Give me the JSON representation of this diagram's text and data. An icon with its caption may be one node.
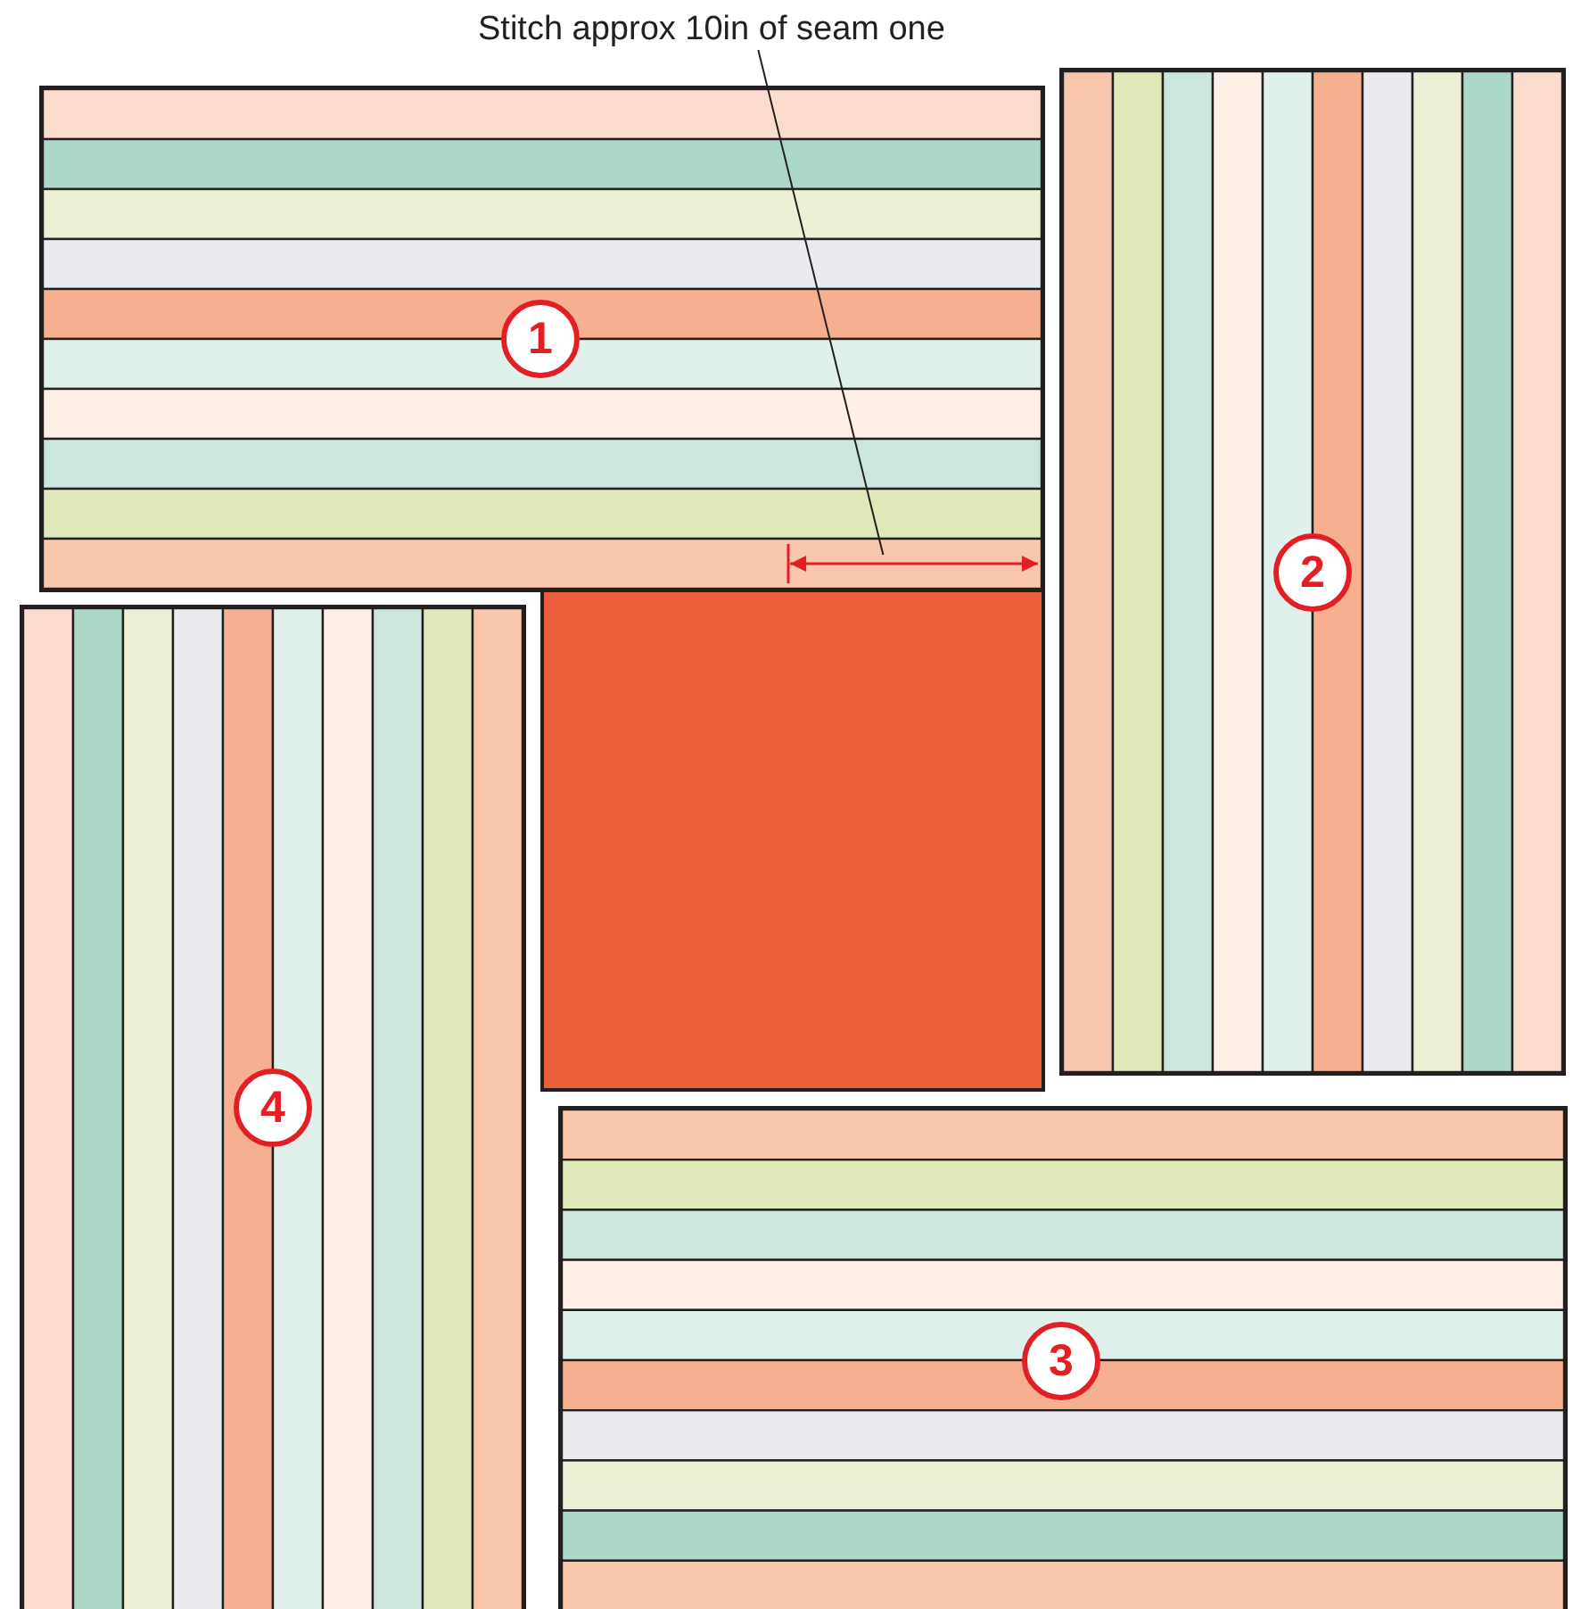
{
  "diagram": {
    "nodes": [
      {
        "text": [
          "Stitch approx 10in of seam one"
        ]
      },
      {
        "text": [],
        "shape": "box"
      },
      {
        "text": [
          "1"
        ],
        "in": 1
      },
      {
        "text": [],
        "shape": "box"
      },
      {
        "text": [
          "2"
        ],
        "in": 3
      },
      {
        "text": [],
        "shape": "box"
      },
      {
        "text": [],
        "shape": "box"
      },
      {
        "text": [
          "4"
        ],
        "in": 6
      },
      {
        "text": [],
        "shape": "box"
      },
      {
        "text": [
          "3"
        ],
        "in": 8
      },
      {
        "text": [],
        "shape": "arrow",
        "in": 1
      }
    ],
    "edges": [
      {
        "from": 0,
        "to": 10,
        "arrow": "none"
      }
    ]
  }
}
